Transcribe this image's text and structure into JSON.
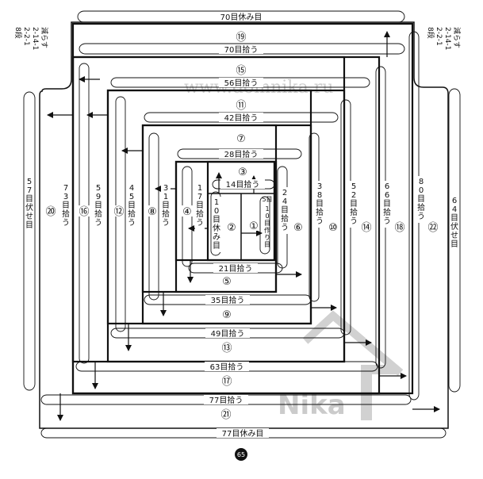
{
  "diagram": {
    "watermark_url": "www.domnika.ru",
    "watermark_logo": "Nika",
    "page_number": "65",
    "top_label": "70目休み目",
    "bottom_label": "77目休み目",
    "left_side_label": "57目伏せ目",
    "right_side_label": "64目伏せ目",
    "left_decrease_note": [
      "8段",
      "2-2-1",
      "2-14-1",
      "減らす"
    ],
    "right_decrease_note": [
      "8段",
      "2-2-1",
      "2-14-1",
      "減らす"
    ],
    "labels": {
      "p1_count": "5目",
      "p1_sub": "10目作り目",
      "p2": "10目休み目",
      "p3": "14目拾う",
      "p4": "17目拾う",
      "p5": "21目拾う",
      "p6": "24目拾う",
      "p7": "28目拾う",
      "p8": "31目拾う",
      "p9": "35目拾う",
      "p10": "38目拾う",
      "p11": "42目拾う",
      "p12": "45目拾う",
      "p13": "49目拾う",
      "p14": "52目拾う",
      "p15": "56目拾う",
      "p16": "59目拾う",
      "p17": "63目拾う",
      "p18": "66目拾う",
      "p19": "70目拾う",
      "p20": "73目拾う",
      "p21": "77目拾う",
      "p22": "80目拾う"
    },
    "circled": [
      "①",
      "②",
      "③",
      "④",
      "⑤",
      "⑥",
      "⑦",
      "⑧",
      "⑨",
      "⑩",
      "⑪",
      "⑫",
      "⑬",
      "⑭",
      "⑮",
      "⑯",
      "⑰",
      "⑱",
      "⑲",
      "⑳",
      "㉑",
      "㉒"
    ]
  }
}
